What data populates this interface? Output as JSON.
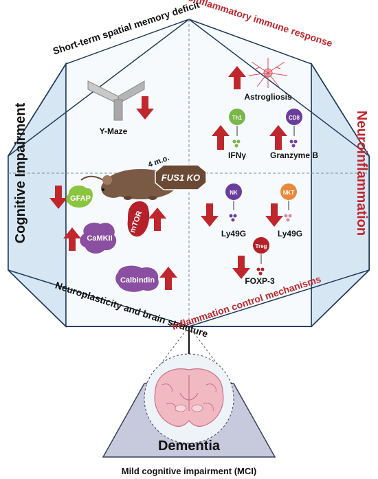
{
  "regions": {
    "top_left": "Short-term spatial memory deficit",
    "top_right": "Proinflammatory immune response",
    "bottom_left": "Neuroplasticity and brain structure",
    "bottom_right": "Inflammation control mechanisms"
  },
  "sides": {
    "left": "Cognitive Impairment",
    "right": "Neuroinflammation"
  },
  "center": {
    "age": "4 m.o.",
    "model": "FUS1 KO"
  },
  "behavior": {
    "test": "Y-Maze",
    "direction": "down"
  },
  "inflammation": {
    "astrogliosis": {
      "label": "Astrogliosis",
      "direction": "up"
    },
    "th1": {
      "cell": "Th1",
      "product": "IFNγ",
      "direction": "up"
    },
    "cd8": {
      "cell": "CD8",
      "product": "Granzyme B",
      "direction": "up"
    }
  },
  "control": {
    "nk": {
      "cell": "NK",
      "product": "Ly49G",
      "direction": "down"
    },
    "nkt": {
      "cell": "NKT",
      "product": "Ly49G",
      "direction": "down"
    },
    "treg": {
      "cell": "Treg",
      "product": "FOXP-3",
      "direction": "down"
    }
  },
  "proteins": {
    "gfap": {
      "label": "GFAP",
      "direction": "down"
    },
    "camkii": {
      "label": "CaMKII",
      "direction": "up"
    },
    "mtor": {
      "label": "mTOR",
      "direction": "up"
    },
    "calbindin": {
      "label": "Calbindin",
      "direction": "up"
    }
  },
  "outcome": {
    "title": "Dementia",
    "subtitle": "Mild cognitive impairment (MCI)"
  },
  "colors": {
    "arrow": "#c0272d",
    "red_text": "#c0272d",
    "frame": "#1f3a5c",
    "panel": "#f2f7fb",
    "side_panel": "#d6e6f2",
    "protein": "#8a4fa0",
    "green": "#8bc43f",
    "cell_purple": "#6a3d9a",
    "nkt_orange": "#e8883a",
    "treg_red": "#b5202a",
    "th1_green": "#7ab648"
  }
}
